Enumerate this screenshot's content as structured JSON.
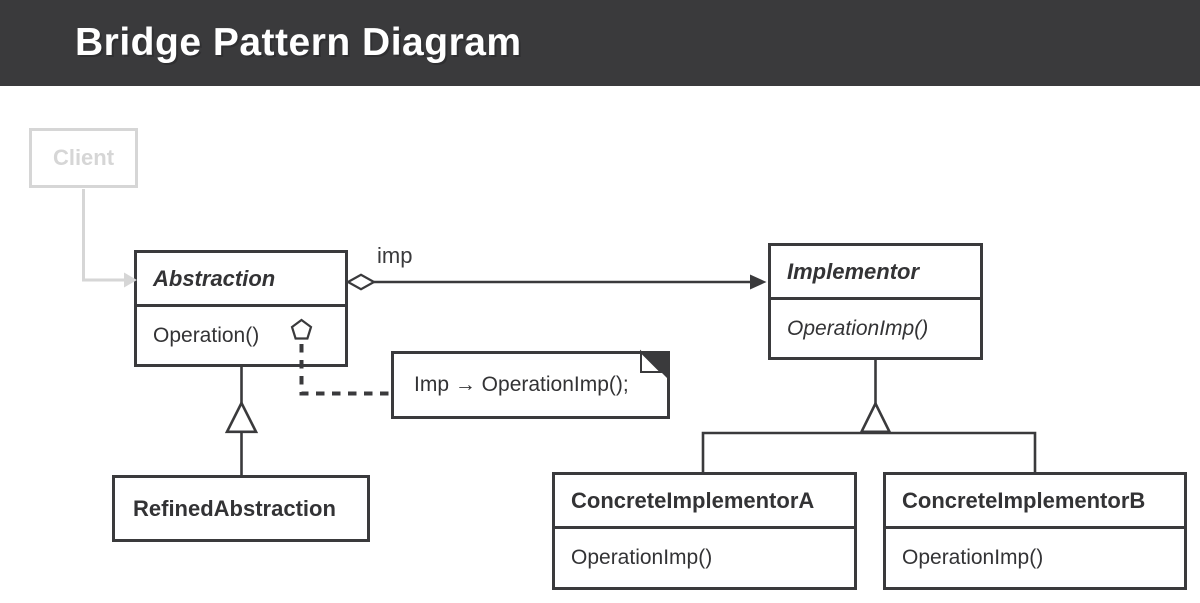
{
  "header": {
    "title": "Bridge Pattern Diagram"
  },
  "colors": {
    "header_bg": "#3A3A3C",
    "line": "#3A3A3C",
    "text": "#333335",
    "muted_gray": "#D6D6D6",
    "background": "#FFFFFF"
  },
  "diagram": {
    "client": {
      "label": "Client"
    },
    "classes": {
      "abstraction": {
        "name": "Abstraction",
        "methods": [
          "Operation()"
        ]
      },
      "implementor": {
        "name": "Implementor",
        "methods": [
          "OperationImp()"
        ]
      },
      "refined_abstraction": {
        "name": "RefinedAbstraction"
      },
      "concrete_implementor_a": {
        "name": "ConcreteImplementorA",
        "methods": [
          "OperationImp()"
        ]
      },
      "concrete_implementor_b": {
        "name": "ConcreteImplementorB",
        "methods": [
          "OperationImp()"
        ]
      }
    },
    "labels": {
      "imp": "imp"
    },
    "note": {
      "text": "Imp → OperationImp();"
    }
  }
}
